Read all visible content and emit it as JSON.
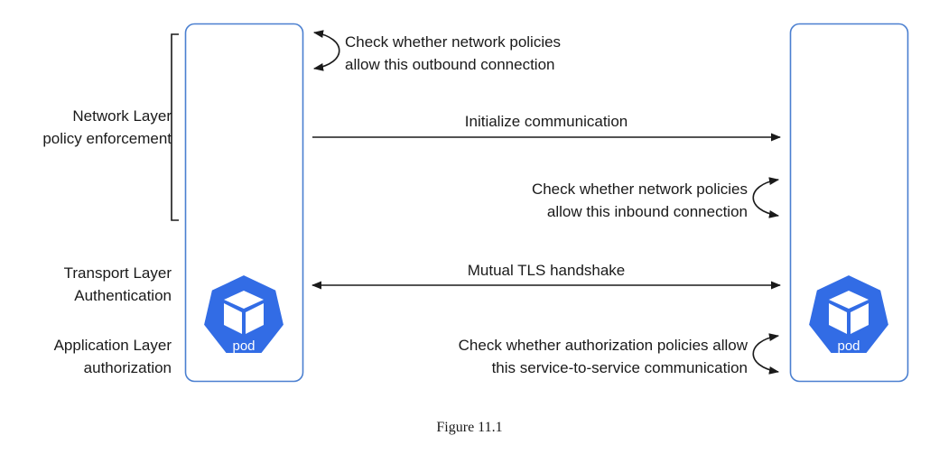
{
  "left_labels": {
    "network_layer": [
      "Network Layer",
      "policy enforcement"
    ],
    "transport_layer": [
      "Transport Layer",
      "Authentication"
    ],
    "application_layer": [
      "Application Layer",
      "authorization"
    ]
  },
  "messages": {
    "outbound_check": [
      "Check whether network policies",
      "allow this outbound connection"
    ],
    "initialize": "Initialize communication",
    "inbound_check": [
      "Check whether network policies",
      "allow this inbound connection"
    ],
    "mtls": "Mutual TLS handshake",
    "authz_check": [
      "Check whether authorization policies allow",
      "this service-to-service communication"
    ]
  },
  "pods": {
    "left_label": "pod",
    "right_label": "pod"
  },
  "colors": {
    "pod_blue": "#326ce5",
    "box_border": "#4a7fd0",
    "line": "#1a1a1a"
  },
  "caption": "Figure 11.1"
}
